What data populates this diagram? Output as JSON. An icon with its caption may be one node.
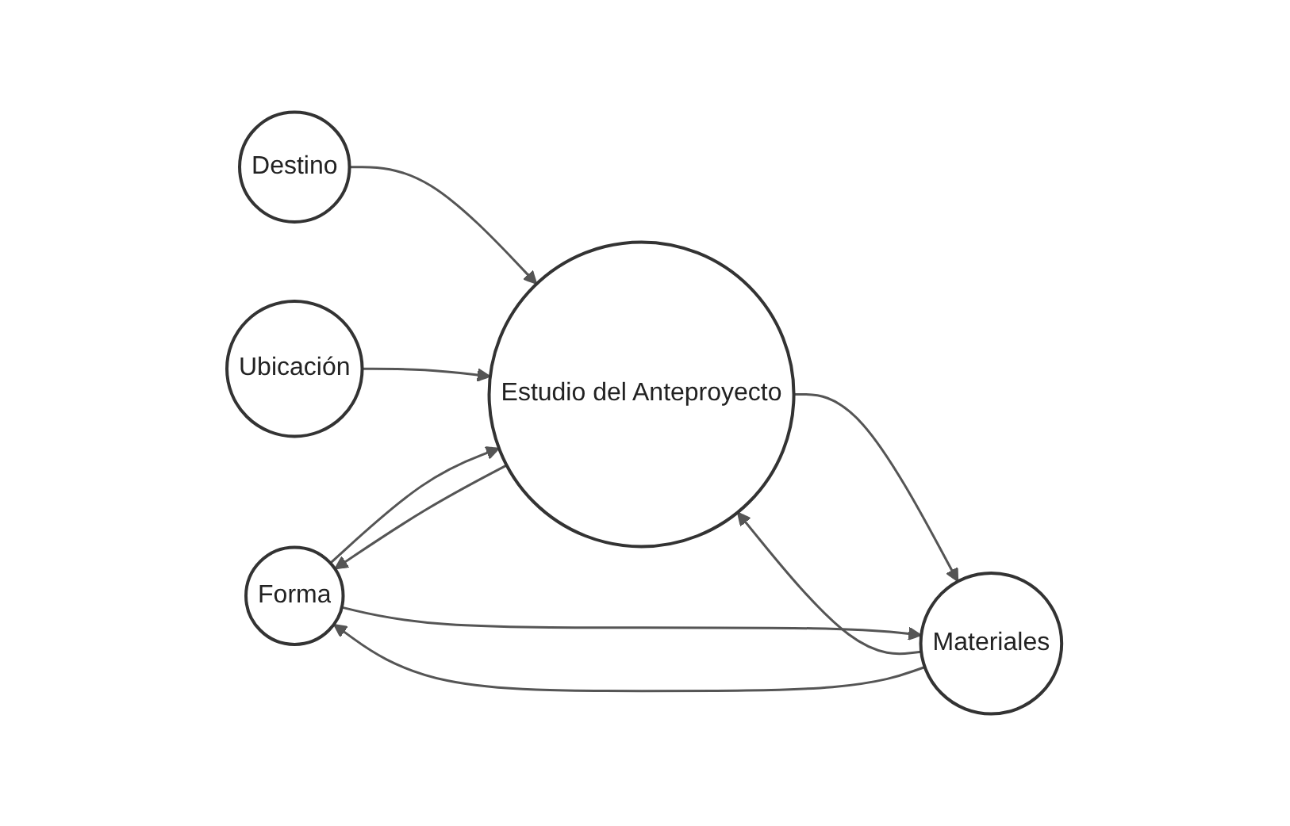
{
  "diagram": {
    "nodes": [
      {
        "text": [
          "Forma"
        ]
      },
      {
        "text": [
          "Estudio del Anteproyecto"
        ]
      },
      {
        "text": [
          "Destino"
        ]
      },
      {
        "text": [
          "Materiales"
        ]
      },
      {
        "text": [
          "Ubicación"
        ]
      }
    ],
    "edges": [
      {
        "from": 2,
        "to": 1,
        "arrow": "to"
      },
      {
        "from": 4,
        "to": 1,
        "arrow": "to"
      },
      {
        "from": 1,
        "to": 0,
        "arrow": "to"
      },
      {
        "from": 0,
        "to": 1,
        "arrow": "to"
      },
      {
        "from": 1,
        "to": 3,
        "arrow": "to"
      },
      {
        "from": 3,
        "to": 1,
        "arrow": "to"
      },
      {
        "from": 0,
        "to": 3,
        "arrow": "to"
      },
      {
        "from": 3,
        "to": 0,
        "arrow": "to"
      }
    ]
  }
}
